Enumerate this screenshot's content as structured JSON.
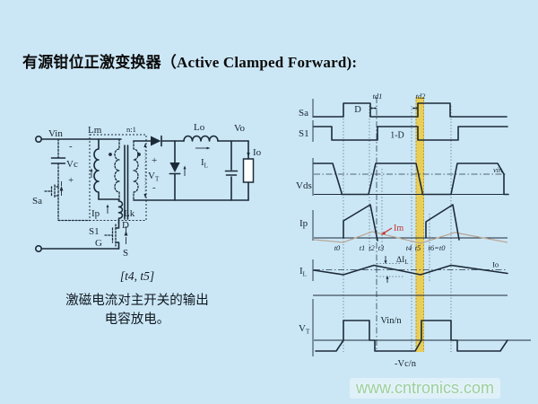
{
  "title": "有源钳位正激变换器（Active Clamped Forward):",
  "circuit": {
    "vin": "Vin",
    "vc_minus": "-",
    "vc": "Vc",
    "vc_plus": "+",
    "sa": "Sa",
    "lm": "Lm",
    "turns_ratio": "n:1",
    "ip": "Ip",
    "lk": "Lk",
    "s1": "S1",
    "mosfet_d": "D",
    "mosfet_g": "G",
    "mosfet_s": "S",
    "lo": "Lo",
    "vo": "Vo",
    "io": "Io",
    "il_main": "I",
    "il_sub": "L",
    "vt_plus": "+",
    "vt_main": "V",
    "vt_sub": "T",
    "vt_minus": "-"
  },
  "caption": {
    "interval": "[t4, t5]",
    "line1": "激磁电流对主开关的输出",
    "line2": "电容放电。"
  },
  "waveforms": {
    "sa": "Sa",
    "s1": "S1",
    "vds": "Vds",
    "ip": "Ip",
    "il_main": "I",
    "il_sub": "L",
    "vt_main": "V",
    "vt_sub": "T",
    "td1": "td1",
    "td2": "td2",
    "duty": "D",
    "one_minus_duty": "1-D",
    "vin_level": "vin",
    "im": "Im",
    "delta_il_main": "ΔI",
    "delta_il_sub": "L",
    "io": "Io",
    "vin_over_n": "Vin/n",
    "neg_vc_over_n": "-Vc/n",
    "t_labels": [
      "t0",
      "t1",
      "t2",
      "t3",
      "t4",
      "t5",
      "t6=t0"
    ]
  },
  "watermark": "www.cntronics.com",
  "colors": {
    "background": "#cbe7f6",
    "ink": "#1c2a38",
    "highlight": "#f2c41c",
    "im_trace": "#b9a898",
    "im_label": "#c63333",
    "watermark": "#9bcf9b"
  }
}
